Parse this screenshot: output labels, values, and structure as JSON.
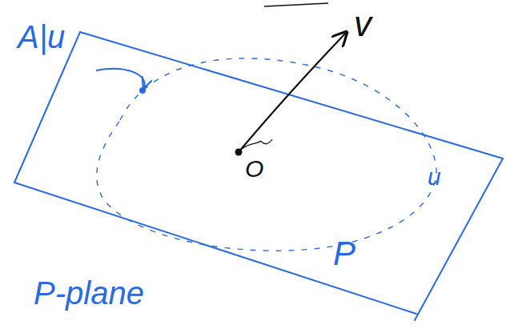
{
  "diagram": {
    "labels": [
      "A|u⃗",
      "v⃗",
      "O",
      "u⃗",
      "P",
      "P-plane"
    ]
  }
}
